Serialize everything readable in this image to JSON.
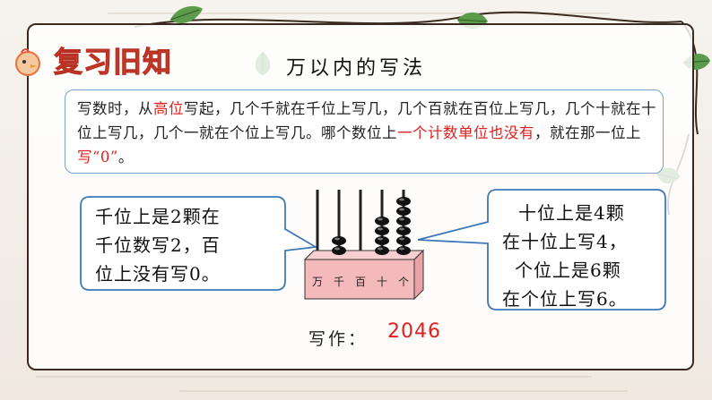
{
  "header": {
    "section_title": "复习旧知",
    "topic_title": "万以内的写法"
  },
  "rule": {
    "part1": "写数时，从",
    "part2_red": "高位",
    "part3": "写起，几个千就在千位上写几，几个百就在百位上写几，几个十就在十位上写几，几个一就在个位上写几。哪个数位上",
    "part4_red": "一个计数单位也没有",
    "part5": "，就在那一位上",
    "part6_red": "写“0”",
    "part7": "。"
  },
  "left_callout": {
    "lines": [
      "千位上是2颗在",
      "千位数写2，百",
      "位上没有写0。"
    ]
  },
  "right_callout": {
    "lines": [
      "十位上是4颗",
      "在十位上写4，",
      "个位上是6颗",
      "在个位上写6。"
    ]
  },
  "abacus": {
    "place_labels": [
      "万",
      "千",
      "百",
      "十",
      "个"
    ],
    "bead_counts": [
      0,
      2,
      0,
      4,
      6
    ],
    "base_color": "#f4b9bb",
    "bead_color": "#111111"
  },
  "answer": {
    "label": "写作：",
    "value": "2046"
  },
  "colors": {
    "accent_red": "#e02020",
    "callout_border": "#3f78b7",
    "frame": "#3a2a22"
  }
}
